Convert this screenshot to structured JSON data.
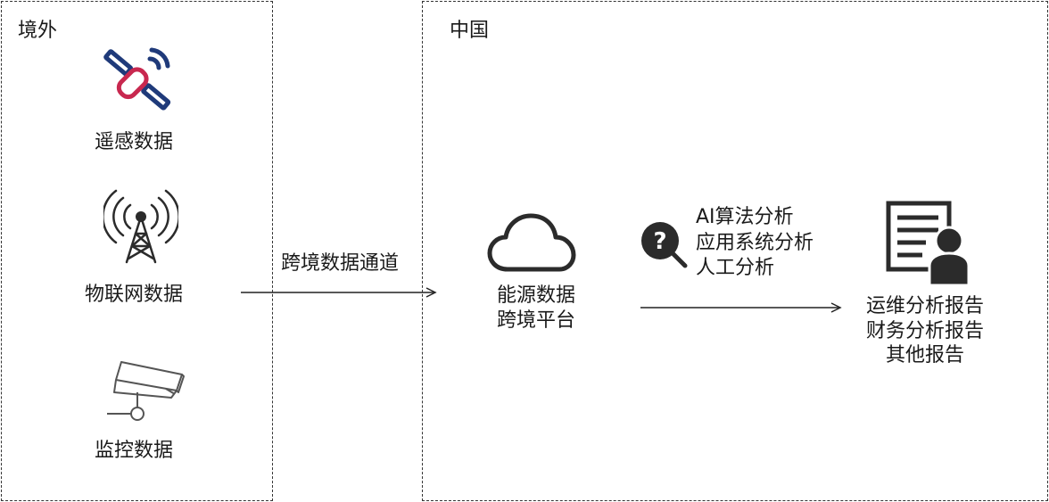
{
  "regions": {
    "overseas": {
      "title": "境外"
    },
    "china": {
      "title": "中国"
    }
  },
  "sources": {
    "remote_sensing": {
      "label": "遥感数据"
    },
    "iot": {
      "label": "物联网数据"
    },
    "monitoring": {
      "label": "监控数据"
    }
  },
  "channel": {
    "label": "跨境数据通道"
  },
  "platform": {
    "line1": "能源数据",
    "line2": "跨境平台"
  },
  "analysis": {
    "line1": "AI算法分析",
    "line2": "应用系统分析",
    "line3": "人工分析"
  },
  "reports": {
    "line1": "运维分析报告",
    "line2": "财务分析报告",
    "line3": "其他报告"
  },
  "colors": {
    "navy": "#1f3a7a",
    "crimson": "#c8284f",
    "dark": "#2b2b2b",
    "gray": "#555555"
  },
  "icons": [
    "satellite-icon",
    "radio-tower-icon",
    "cctv-camera-icon",
    "cloud-icon",
    "question-search-icon",
    "report-person-icon"
  ]
}
